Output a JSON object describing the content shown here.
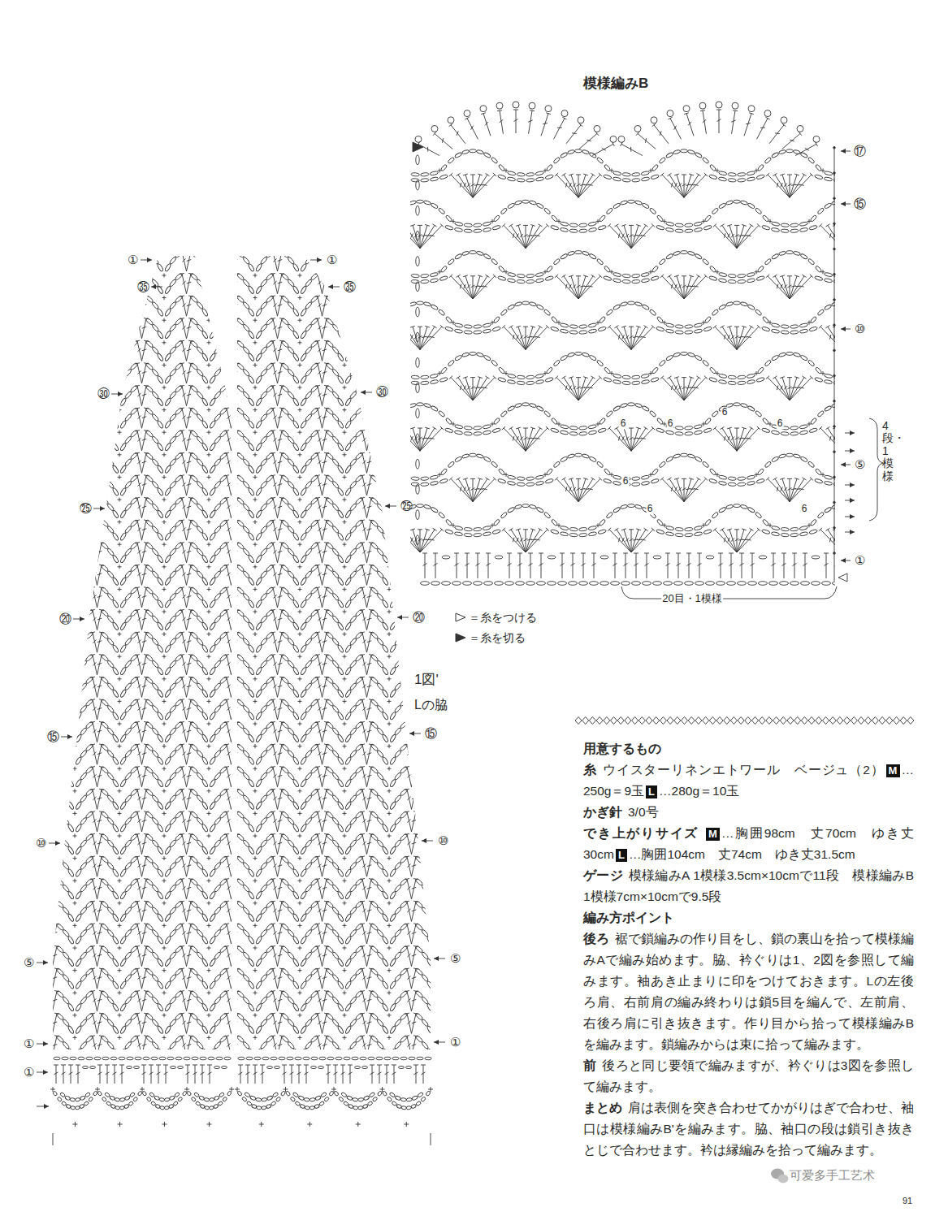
{
  "diagram": {
    "nodes": [
      {
        "text": [
          "M"
        ]
      },
      {
        "text": [
          "L"
        ]
      },
      {
        "text": [
          "M"
        ]
      },
      {
        "text": [
          "L"
        ]
      }
    ],
    "labels": [
      "模様編みB",
      "⑰",
      "⑮",
      "⑩",
      "⑤",
      "①",
      "4段・1模様",
      "6",
      "6",
      "6",
      "6",
      "6",
      "6",
      "6",
      "20目・1模様",
      "1図'",
      "Lの脇",
      "①",
      "㉟",
      "㉚",
      "㉕",
      "⑳",
      "⑮",
      "⑩",
      "⑤",
      "①",
      "①",
      "①",
      "㉟",
      "㉚",
      "㉕",
      "⑳",
      "⑮",
      "⑩",
      "⑤",
      "①",
      "用意するもの",
      "糸",
      "ウイスターリネンエトワール　ベージュ（2）",
      "…250g＝9玉",
      "…280g＝10玉",
      "かぎ針",
      "3/0号",
      "でき上がりサイズ",
      "…胸囲98cm　丈70cm　ゆき丈30cm",
      "…胸囲104cm　丈74cm　ゆき丈31.5cm",
      "ゲージ",
      "模様編みA 1模様3.5cm×10cmで11段　模様編みB 1模様7cm×10cmで9.5段",
      "編み方ポイント",
      "後ろ",
      "裾で鎖編みの作り目をし、鎖の裏山を拾って模様編みAで編み始めます。脇、衿ぐりは1、2図を参照して編みます。袖あき止まりに印をつけておきます。Lの左後ろ肩、右前肩の編み終わりは鎖5目を編んで、左前肩、右後ろ肩に引き抜きます。作り目から拾って模様編みBを編みます。鎖編みからは束に拾って編みます。",
      "前",
      "後ろと同じ要領で編みますが、衿ぐりは3図を参照して編みます。",
      "まとめ",
      "肩は表側を突き合わせてかがりはぎで合わせ、袖口は模様編みB'を編みます。脇、袖口の段は鎖引き抜きとじで合わせます。衿は縁編みを拾って編みます。",
      "91",
      "可爱多手工艺术"
    ],
    "legend": [
      {
        "text": "＝糸をつける"
      },
      {
        "text": "＝糸を切る"
      }
    ]
  }
}
